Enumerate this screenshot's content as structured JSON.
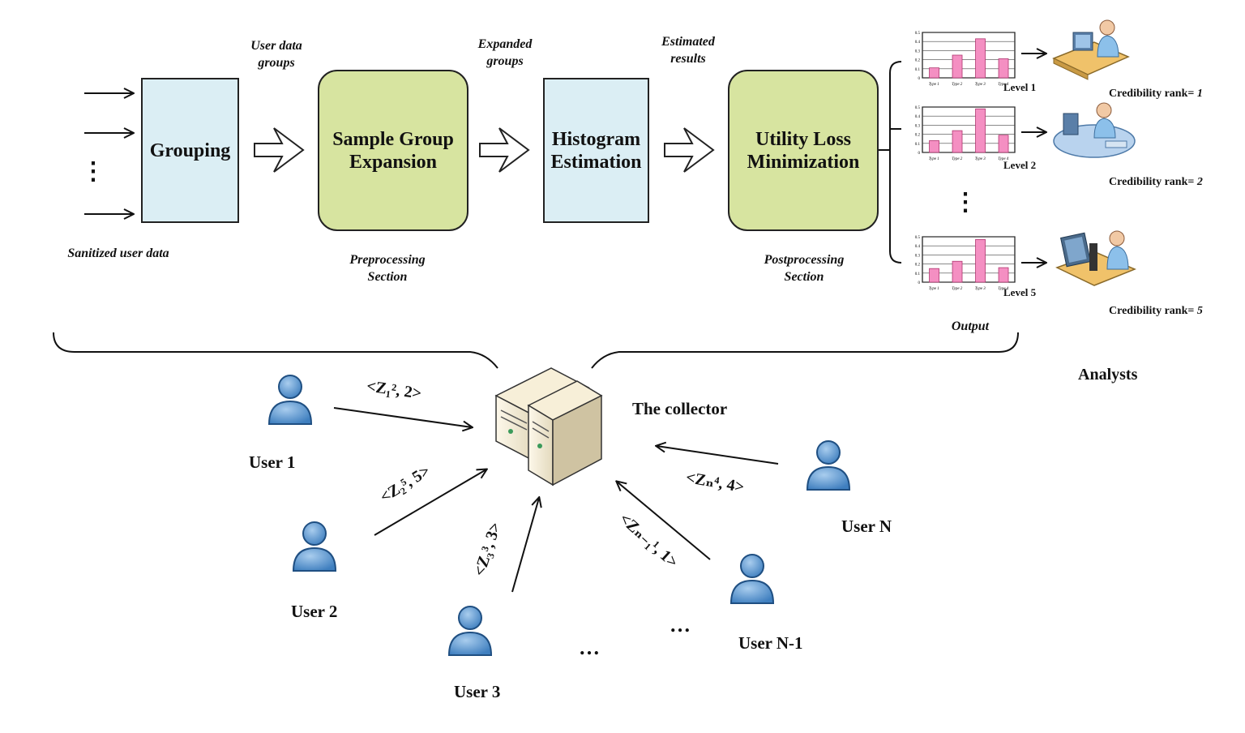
{
  "pipeline": {
    "grouping": "Grouping",
    "expansion_line1": "Sample Group",
    "expansion_line2": "Expansion",
    "histogram_line1": "Histogram",
    "histogram_line2": "Estimation",
    "utility_line1": "Utility Loss",
    "utility_line2": "Minimization"
  },
  "annotations": {
    "user_data_groups_1": "User data",
    "user_data_groups_2": "groups",
    "expanded_groups_1": "Expanded",
    "expanded_groups_2": "groups",
    "estimated_results_1": "Estimated",
    "estimated_results_2": "results",
    "sanitized": "Sanitized user data",
    "preprocessing_1": "Preprocessing",
    "preprocessing_2": "Section",
    "postprocessing_1": "Postprocessing",
    "postprocessing_2": "Section",
    "output": "Output",
    "input_dots": "⋮",
    "level_dots": "⋮"
  },
  "outputs": {
    "level1": "Level 1",
    "level2": "Level 2",
    "level5": "Level 5",
    "cred_prefix": "Credibility rank= ",
    "rank1": "1",
    "rank2": "2",
    "rank5": "5",
    "analysts": "Analysts",
    "chart_types": [
      "Type 1",
      "Type 2",
      "Type 3",
      "Type 4"
    ],
    "chart_ticks": [
      "0.5",
      "0.4",
      "0.3",
      "0.2",
      "0.1",
      "0"
    ],
    "chart1_values": [
      0.11,
      0.25,
      0.43,
      0.21
    ],
    "chart2_values": [
      0.13,
      0.24,
      0.48,
      0.19
    ],
    "chart5_values": [
      0.15,
      0.23,
      0.47,
      0.16
    ],
    "bar_color": "#f48fc2"
  },
  "collection": {
    "collector": "The collector",
    "user1": "User 1",
    "user2": "User 2",
    "user3": "User 3",
    "userN1": "User N-1",
    "userN": "User N",
    "msg_user1": "<Z₁², 2>",
    "msg_user2": "<Z₂⁵, 5>",
    "msg_user3": "<Z₃³, 3>",
    "msg_userN1": "<Zₙ₋₁¹, 1>",
    "msg_userN": "<Zₙ⁴, 4>",
    "dots": "…"
  }
}
